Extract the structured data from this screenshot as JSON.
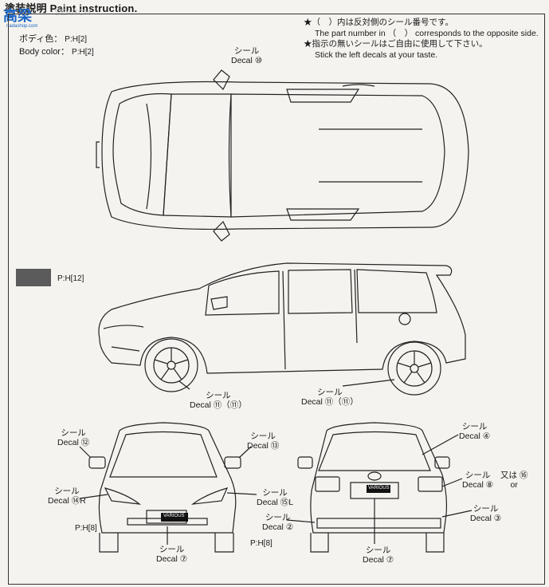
{
  "header": {
    "title": "塗装説明 Paint instruction.",
    "watermark": "高梁",
    "watermark_url": "nadashop.com",
    "watermark_ghost": "SEARCH",
    "body_color_jp": "ボディ色：",
    "body_color_en": "Body color：",
    "body_color_code": "P:H[2]",
    "body_color_code2": "P:H[2]"
  },
  "notes": {
    "line1": "★（　）内は反対側のシール番号です。",
    "line2": "The part number in （　） corresponds to the opposite side.",
    "line3": "★指示の無いシールはご自由に使用して下さい。",
    "line4": "Stick the left decals at your taste."
  },
  "swatch": {
    "code": "P:H[12]",
    "color": "#5b5b5b"
  },
  "labels": {
    "top_decal_jp": "シール",
    "top_decal_en": "Decal",
    "top_decal_num": "⑩",
    "side_front_jp": "シール",
    "side_front_en": "Decal",
    "side_front_num": "⑪（⑪）",
    "side_rear_jp": "シール",
    "side_rear_en": "Decal",
    "side_rear_num": "⑪（⑪）",
    "f12_jp": "シール",
    "f12_en": "Decal",
    "f12_num": "⑫",
    "f13_jp": "シール",
    "f13_en": "Decal",
    "f13_num": "⑬",
    "f14_jp": "シール",
    "f14_en": "Decal",
    "f14_num": "⑭R",
    "f15_jp": "シール",
    "f15_en": "Decal",
    "f15_num": "⑮L",
    "f7_jp": "シール",
    "f7_en": "Decal",
    "f7_num": "⑦",
    "f_code_left": "P:H[8]",
    "f_code_right": "P:H[8]",
    "plate": "VARIOUS",
    "r4_jp": "シール",
    "r4_en": "Decal",
    "r4_num": "④",
    "r8_jp": "シール",
    "r8_en": "Decal",
    "r8_num": "⑧",
    "r8_or_jp": "又は",
    "r8_or_en": "or",
    "r8_alt": "⑯",
    "r3_jp": "シール",
    "r3_en": "Decal",
    "r3_num": "③",
    "r2_jp": "シール",
    "r2_en": "Decal",
    "r2_num": "②",
    "r7_jp": "シール",
    "r7_en": "Decal",
    "r7_num": "⑦"
  }
}
